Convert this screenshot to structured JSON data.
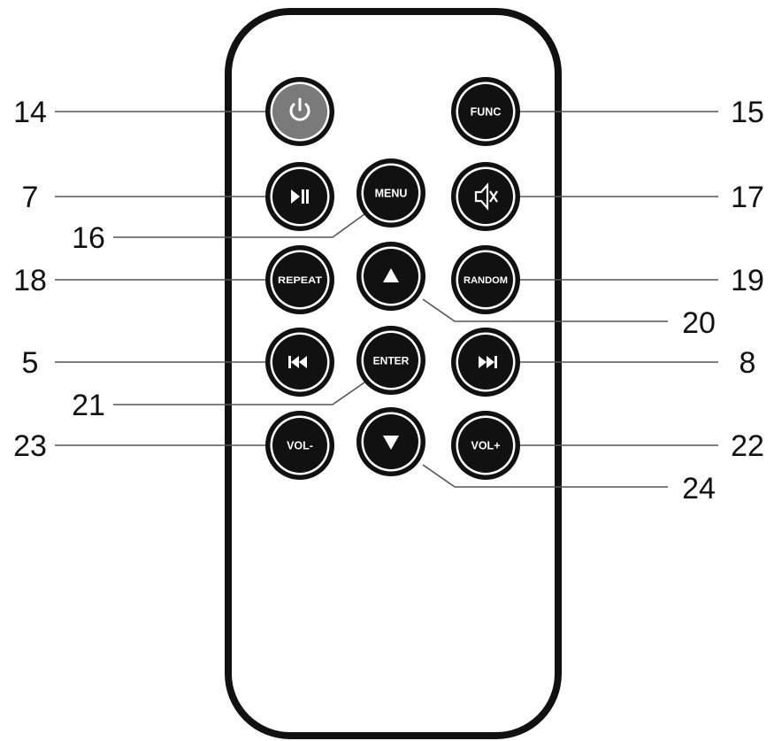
{
  "diagram": {
    "buttons": [
      {
        "id": "power",
        "text": "",
        "icon": "power-icon",
        "callout": "14",
        "fill": "#7a7a7a"
      },
      {
        "id": "func",
        "text": "FUNC",
        "icon": "",
        "callout": "15",
        "fill": "#111111"
      },
      {
        "id": "play",
        "text": "",
        "icon": "play-pause-icon",
        "callout": "7",
        "fill": "#111111"
      },
      {
        "id": "menu",
        "text": "MENU",
        "icon": "",
        "callout": "16",
        "fill": "#111111"
      },
      {
        "id": "mute",
        "text": "",
        "icon": "mute-icon",
        "callout": "17",
        "fill": "#111111"
      },
      {
        "id": "repeat",
        "text": "REPEAT",
        "icon": "",
        "callout": "18",
        "fill": "#111111"
      },
      {
        "id": "up",
        "text": "",
        "icon": "up-arrow-icon",
        "callout": "20",
        "fill": "#111111"
      },
      {
        "id": "random",
        "text": "RANDOM",
        "icon": "",
        "callout": "19",
        "fill": "#111111"
      },
      {
        "id": "prev",
        "text": "",
        "icon": "previous-track-icon",
        "callout": "5",
        "fill": "#111111"
      },
      {
        "id": "enter",
        "text": "ENTER",
        "icon": "",
        "callout": "21",
        "fill": "#111111"
      },
      {
        "id": "next",
        "text": "",
        "icon": "next-track-icon",
        "callout": "8",
        "fill": "#111111"
      },
      {
        "id": "voldn",
        "text": "VOL-",
        "icon": "",
        "callout": "23",
        "fill": "#111111"
      },
      {
        "id": "down",
        "text": "",
        "icon": "down-arrow-icon",
        "callout": "24",
        "fill": "#111111"
      },
      {
        "id": "volup",
        "text": "VOL+",
        "icon": "",
        "callout": "22",
        "fill": "#111111"
      }
    ],
    "colors": {
      "outline": "#111111",
      "leader": "#555555",
      "button_text": "#ffffff"
    }
  }
}
